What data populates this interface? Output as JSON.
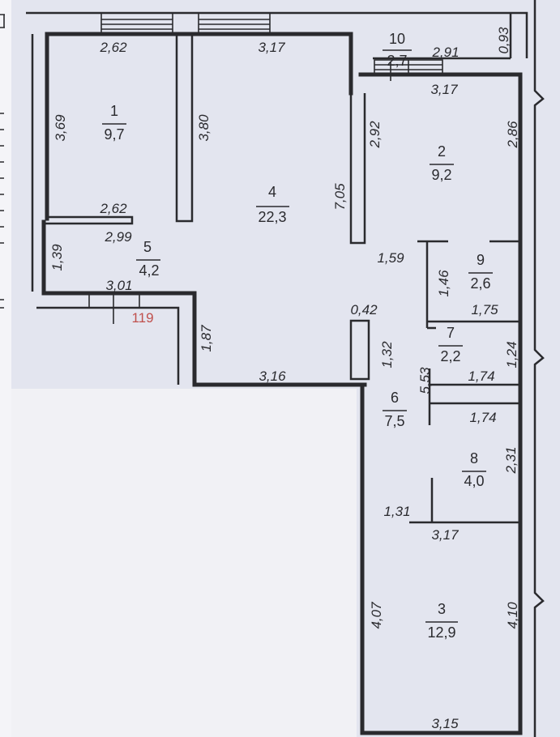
{
  "apartment_number": "119",
  "rooms": [
    {
      "number": "1",
      "area": "9,7"
    },
    {
      "number": "2",
      "area": "9,2"
    },
    {
      "number": "3",
      "area": "12,9"
    },
    {
      "number": "4",
      "area": "22,3"
    },
    {
      "number": "5",
      "area": "4,2"
    },
    {
      "number": "6",
      "area": "7,5"
    },
    {
      "number": "7",
      "area": "2,2"
    },
    {
      "number": "8",
      "area": "4,0"
    },
    {
      "number": "9",
      "area": "2,6"
    },
    {
      "number": "10",
      "area": "2,7"
    }
  ],
  "dimensions": [
    "2,62",
    "3,17",
    "3,69",
    "3,80",
    "2,62",
    "2,99",
    "1,39",
    "3,01",
    "1,87",
    "3,16",
    "7,05",
    "2,91",
    "0,93",
    "3,17",
    "2,92",
    "2,86",
    "1,59",
    "1,46",
    "1,75",
    "0,42",
    "1,32",
    "1,24",
    "5,53",
    "1,74",
    "1,74",
    "2,31",
    "1,31",
    "3,17",
    "4,07",
    "4,10",
    "3,15"
  ]
}
